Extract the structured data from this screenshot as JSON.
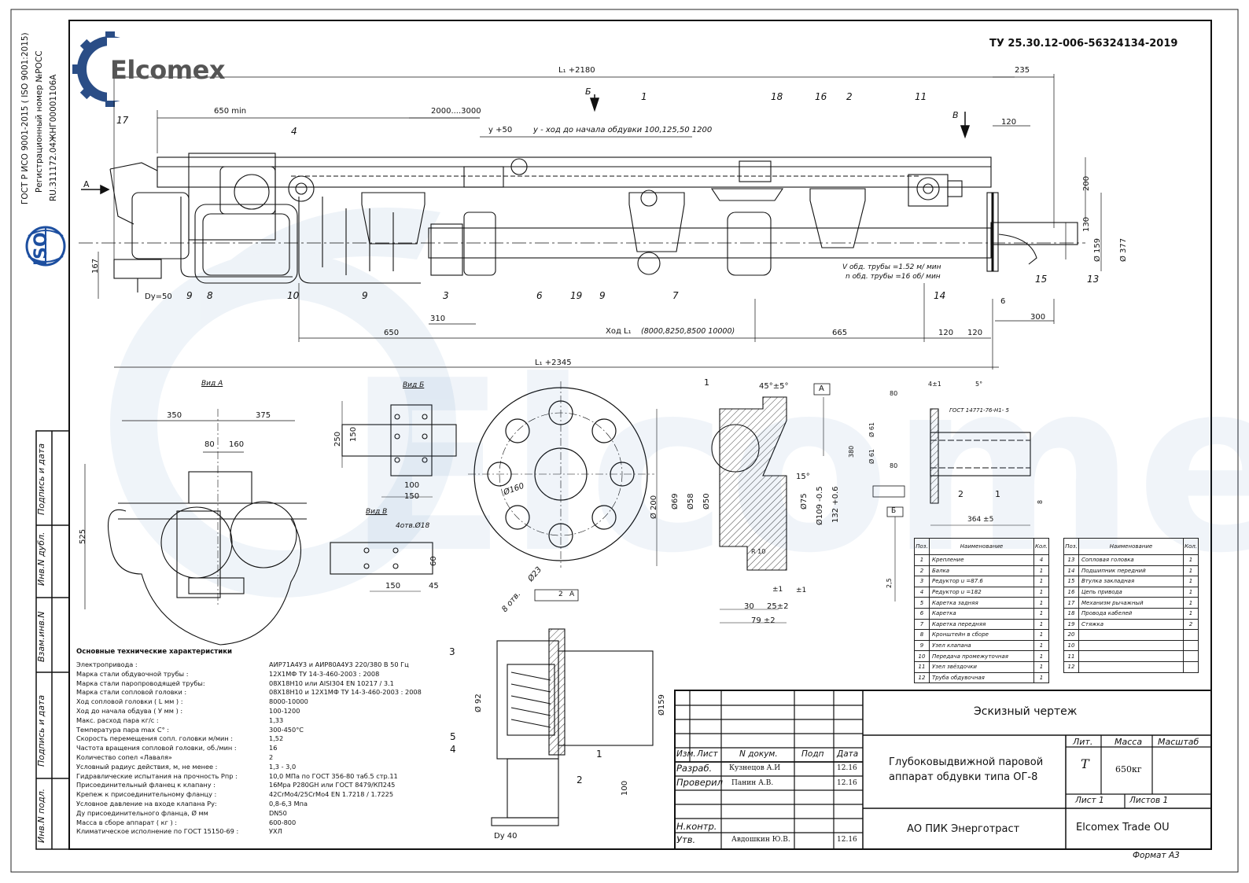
{
  "header": {
    "logo_text": "Elcomex",
    "tu_code": "ТУ  25.30.12-006-56324134-2019",
    "iso_caption_line1": "ГОСТ Р ИСО 9001-2015 ( ISO 9001:2015)",
    "iso_caption_line2": "Регистрационный номер №РОСС",
    "iso_caption_line3": "RU.311172.04ЖНГ00001106А",
    "iso_badge": "ISO",
    "watermark": "Elcomex"
  },
  "dimensions": {
    "top": [
      "L₁ +2180",
      "235",
      "650 min",
      "2000....3000",
      "y +50",
      "y - ход до начала обдувки  100,125,50    1200",
      "120",
      "200",
      "130",
      "Ø 159",
      "Ø 377",
      "167",
      "Dy=50"
    ],
    "bottom": [
      "310",
      "650",
      "Xод L₁",
      "(8000,8250,8500    10000)",
      "665",
      "120",
      "120",
      "300",
      "6",
      "L₁ +2345"
    ],
    "flow_notes": [
      "V обд. трубы =1.52 м/ мин",
      "n обд. трубы =16 об/ мин"
    ],
    "view_a": [
      "350",
      "375",
      "80",
      "160",
      "525"
    ],
    "view_b": [
      "250",
      "150",
      "100",
      "150"
    ],
    "view_v": [
      "4отв.Ø18",
      "60",
      "150",
      "45"
    ],
    "flange": [
      "Ø160",
      "Ø23",
      "8 отв.",
      "2",
      "A"
    ],
    "section": [
      "45°±5°",
      "A",
      "15°",
      "Ø 200",
      "Ø69",
      "Ø58",
      "Ø50",
      "Ø75",
      "Ø109 -0.5",
      "132 +0.6",
      "R 10",
      "1",
      "±1",
      "±1",
      "30",
      "25±2",
      "79 ±2"
    ],
    "nozzle": [
      "80",
      "4±1",
      "5°",
      "ГОСТ 14771-76-Н1- 5",
      "Ø 61",
      "380",
      "80",
      "Ø 61",
      "364 ±5",
      "2",
      "1",
      "Б",
      "2,5",
      "8"
    ],
    "valve": [
      "3",
      "Ø 92",
      "Ø159",
      "5",
      "4",
      "1",
      "2",
      "100",
      "Dy 40"
    ]
  },
  "views": {
    "vid_a": "Вид А",
    "vid_b": "Вид Б",
    "vid_v": "Вид В",
    "arrow_a": "А",
    "arrow_b": "Б",
    "arrow_v": "В"
  },
  "callouts": [
    "1",
    "2",
    "3",
    "4",
    "6",
    "7",
    "8",
    "9",
    "9",
    "9",
    "10",
    "11",
    "13",
    "14",
    "15",
    "16",
    "17",
    "18",
    "19"
  ],
  "specs": {
    "heading": "Основные технические характеристики",
    "rows": [
      {
        "label": "Электропривода :",
        "value": "АИР71А4У3 и АИР80А4У3  220/380 В 50 Гц"
      },
      {
        "label": "Марка стали обдувочной трубы :",
        "value": "12Х1МФ ТУ 14-3-460-2003 : 2008"
      },
      {
        "label": "Марка стали паропроводящей трубы:",
        "value": "08Х18Н10  или AISI304  EN 10217 / 3.1"
      },
      {
        "label": "Марка стали сопловой головки :",
        "value": "08Х18Н10 и 12Х1МФ ТУ 14-3-460-2003 : 2008"
      },
      {
        "label": "Ход сопловой головки ( L мм ) :",
        "value": "8000-10000"
      },
      {
        "label": "Ход до начала обдува ( У мм ) :",
        "value": "100-1200"
      },
      {
        "label": "Макс. расход пара кг/с :",
        "value": "1,33"
      },
      {
        "label": "Температура пара max С° :",
        "value": "300-450°С"
      },
      {
        "label": "Скорость перемещения сопл. головки м/мин :",
        "value": "1,52"
      },
      {
        "label": "Частота вращения сопловой головки, об./мин :",
        "value": "16"
      },
      {
        "label": "Количество сопел «Лаваля»",
        "value": "2"
      },
      {
        "label": "Условный радиус действия, м, не менее :",
        "value": "1,3 - 3,0"
      },
      {
        "label": "Гидравлические испытания на прочность Рпр :",
        "value": "10,0 МПа по ГОСТ 356-80 таб.5 стр.11"
      },
      {
        "label": "Присоединительный фланец к клапану :",
        "value": "16Мра  Р280GH или ГОСТ 8479/КП245"
      },
      {
        "label": "Крепеж к присоединительному фланцу :",
        "value": "42СrMo4/25СrMo4 EN 1.7218 / 1.7225"
      },
      {
        "label": "Условное давление на входе клапана Ру:",
        "value": "0,8-6,3 Мпа"
      },
      {
        "label": "Ду присоединительного фланца, Ø мм",
        "value": "DN50"
      },
      {
        "label": "Масса в сборе аппарат ( кг ) :",
        "value": "600-800"
      },
      {
        "label": "Климатическое исполнение по ГОСТ 15150-69 :",
        "value": "УХЛ"
      }
    ]
  },
  "bom": {
    "headers": [
      "Поз.",
      "Наименование",
      "Кол."
    ],
    "left": [
      [
        "1",
        "Крепление",
        "4"
      ],
      [
        "2",
        "Балка",
        "1"
      ],
      [
        "3",
        "Редуктор    u =87.6",
        "1"
      ],
      [
        "4",
        "Редуктор    u =182",
        "1"
      ],
      [
        "5",
        "Каретка задняя",
        "1"
      ],
      [
        "6",
        "Каретка",
        "1"
      ],
      [
        "7",
        "Каретка передняя",
        "1"
      ],
      [
        "8",
        "Кронштейн в сборе",
        "1"
      ],
      [
        "9",
        "Узел клапана",
        "1"
      ],
      [
        "10",
        "Передача промежуточная",
        "1"
      ],
      [
        "11",
        "Узел звёздочки",
        "1"
      ],
      [
        "12",
        "Труба обдувочная",
        "1"
      ]
    ],
    "right": [
      [
        "13",
        "Сопловая головка",
        "1"
      ],
      [
        "14",
        "Подшипник передний",
        "1"
      ],
      [
        "15",
        "Втулка закладная",
        "1"
      ],
      [
        "16",
        "Цепь привода",
        "1"
      ],
      [
        "17",
        "Механизм  рычажный",
        "1"
      ],
      [
        "18",
        "Провода кабелей",
        "1"
      ],
      [
        "19",
        "Стяжка",
        "2"
      ],
      [
        "20",
        "",
        ""
      ],
      [
        "10",
        "",
        ""
      ],
      [
        "11",
        "",
        ""
      ],
      [
        "12",
        "",
        ""
      ]
    ]
  },
  "side_stamp": [
    "Подпись и дата",
    "Инв.N дубл.",
    "Взам.инв.N",
    "Подпись и дата",
    "Инв.N подл."
  ],
  "title_block": {
    "sketch": "Эскизный чертеж",
    "cols": [
      "Изм.",
      "Лист",
      "N докум.",
      "Подп",
      "Дата"
    ],
    "rows": [
      {
        "role": "Разраб.",
        "name": "Кузнецов А.И",
        "date": "12.16"
      },
      {
        "role": "Проверил",
        "name": "Панин А.В.",
        "date": "12.16"
      },
      {
        "role": "Н.контр.",
        "name": "",
        "date": ""
      },
      {
        "role": "Утв.",
        "name": "Авдошкин Ю.В.",
        "date": "12.16"
      }
    ],
    "product_line1": "Глубоковыдвижной паровой",
    "product_line2": "аппарат обдувки типа  ОГ-8",
    "lit_label": "Лит.",
    "mass_label": "Масса",
    "scale_label": "Масштаб",
    "lit_value": "Т",
    "mass_value": "650кг",
    "sheet_label": "Лист 1",
    "sheets_label": "Листов 1",
    "org": "АО ПИК Энерготраст",
    "company": "Elcomex Trade OU",
    "format": "Формат  А3"
  }
}
